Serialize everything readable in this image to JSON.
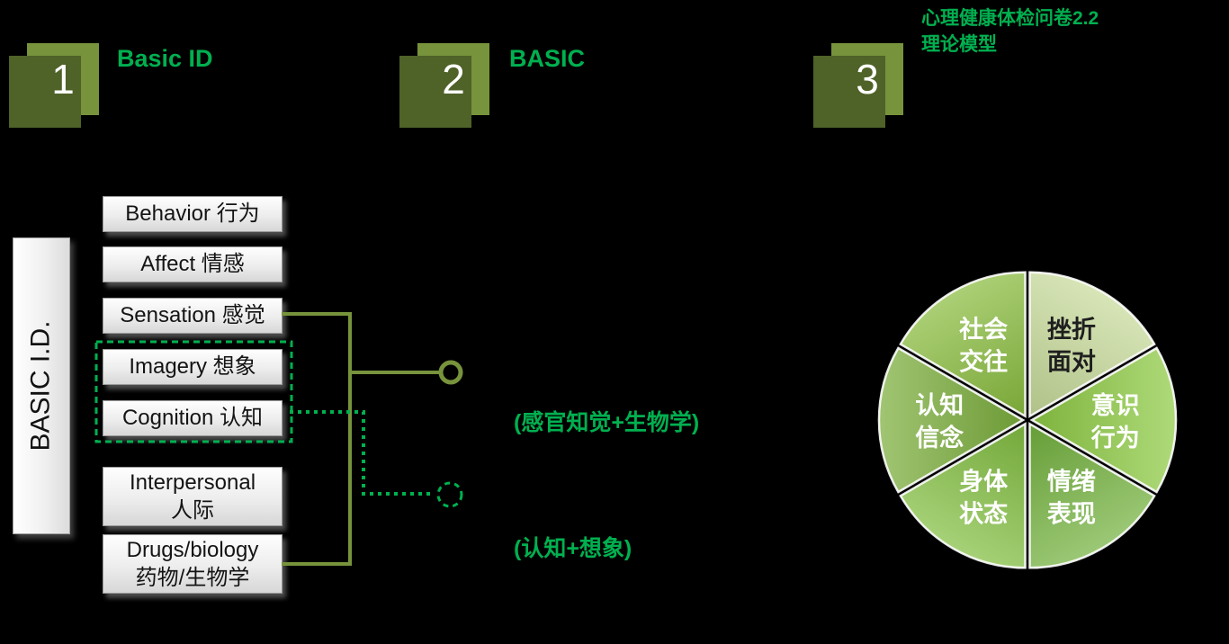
{
  "colors": {
    "background": "#000000",
    "step_square": "#77933C",
    "step_square_shadow": "#4F6228",
    "accent_green": "#00B050",
    "bracket_green": "#77933C",
    "box_text": "#141414"
  },
  "steps": [
    {
      "number": "1",
      "label": "Basic ID"
    },
    {
      "number": "2",
      "label": "BASIC"
    },
    {
      "number": "3",
      "label": ""
    }
  ],
  "title": {
    "line1": "心理健康体检问卷2.2",
    "line2": "理论模型"
  },
  "sidebar": {
    "label": "BASIC I.D."
  },
  "basic_id_items": [
    {
      "line1": "Behavior 行为"
    },
    {
      "line1": "Affect 情感"
    },
    {
      "line1": "Sensation 感觉"
    },
    {
      "line1": "Imagery 想象"
    },
    {
      "line1": "Cognition 认知"
    },
    {
      "line1": "Interpersonal",
      "line2": "人际"
    },
    {
      "line1": "Drugs/biology",
      "line2": "药物/生物学"
    }
  ],
  "annotations": {
    "sensation_biology": "(感官知觉+生物学)",
    "cognition_imagery": "(认知+想象)"
  },
  "wheel": {
    "segments": [
      {
        "line1": "挫折",
        "line2": "面对",
        "color": "#C8DB9B",
        "text_color": "#1f1f1f"
      },
      {
        "line1": "意识",
        "line2": "行为",
        "color": "#8FCB45",
        "text_color": "#ffffff"
      },
      {
        "line1": "情绪",
        "line2": "表现",
        "color": "#74B23F",
        "text_color": "#ffffff"
      },
      {
        "line1": "身体",
        "line2": "状态",
        "color": "#83BF42",
        "text_color": "#ffffff"
      },
      {
        "line1": "认知",
        "line2": "信念",
        "color": "#7CAF3D",
        "text_color": "#ffffff"
      },
      {
        "line1": "社会",
        "line2": "交往",
        "color": "#8ABD3F",
        "text_color": "#ffffff"
      }
    ]
  }
}
